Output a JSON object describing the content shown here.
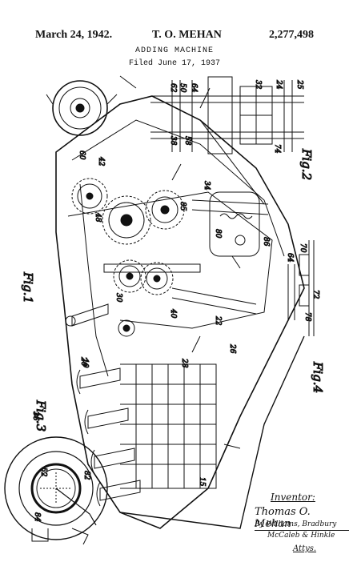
{
  "header": {
    "date": "March 24, 1942.",
    "inventor_surname": "T. O. MEHAN",
    "patent_number": "2,277,498"
  },
  "subtitle": {
    "title": "ADDING MACHINE",
    "filed": "Filed June 17, 1937"
  },
  "figures": {
    "fig1": "Fig.1",
    "fig2": "Fig.2",
    "fig3": "Fig.3",
    "fig4": "Fig.4"
  },
  "ref_numerals": [
    "62",
    "50",
    "64",
    "32",
    "24",
    "25",
    "38",
    "58",
    "60",
    "42",
    "34",
    "48",
    "10",
    "26",
    "22",
    "15",
    "80",
    "86",
    "64",
    "70",
    "72",
    "36",
    "52",
    "82",
    "85",
    "84",
    "40",
    "20",
    "28",
    "30",
    "74",
    "78"
  ],
  "signature": {
    "label": "Inventor:",
    "inventor": "Thomas O. Mehan",
    "by": "By Williams, Bradbury",
    "firm": "McCaleb & Hinkle",
    "attys": "Attys."
  }
}
